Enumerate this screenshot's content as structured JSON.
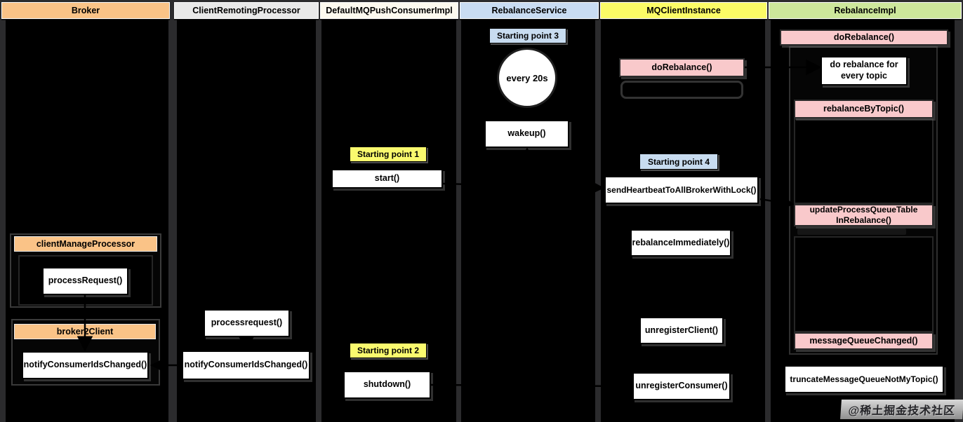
{
  "columns": [
    {
      "label": "Broker"
    },
    {
      "label": "ClientRemotingProcessor"
    },
    {
      "label": "DefaultMQPushConsumerImpl"
    },
    {
      "label": "RebalanceService"
    },
    {
      "label": "MQClientInstance"
    },
    {
      "label": "RebalanceImpl"
    }
  ],
  "broker": {
    "client_manage_processor": "clientManageProcessor",
    "process_request": "processRequest()",
    "broker2client": "broker2Client",
    "notify_consumer_ids_changed": "notifyConsumerIdsChanged()"
  },
  "client_remoting": {
    "process_request": "processrequest()",
    "notify_consumer_ids_changed": "notifyConsumerIdsChanged()"
  },
  "consumer_impl": {
    "starting_point_1": "Starting point 1",
    "start": "start()",
    "starting_point_2": "Starting point 2",
    "shutdown": "shutdown()"
  },
  "rebalance_service": {
    "starting_point_3": "Starting point 3",
    "every_20s": "every 20s",
    "wakeup": "wakeup()"
  },
  "mq_client_instance": {
    "do_rebalance": "doRebalance()",
    "starting_point_4": "Starting point 4",
    "send_heartbeat": "sendHeartbeatToAllBrokerWithLock()",
    "rebalance_immediately": "rebalanceImmediately()",
    "unregister_client": "unregisterClient()",
    "unregister_consumer": "unregisterConsumer()"
  },
  "rebalance_impl": {
    "do_rebalance": "doRebalance()",
    "note": "do rebalance for\nevery topic",
    "rebalance_by_topic": "rebalanceByTopic()",
    "update_process_queue_table": "updateProcessQueueTable\nInRebalance()",
    "message_queue_changed": "messageQueueChanged()",
    "truncate_message_queue": "truncateMessageQueueNotMyTopic()"
  },
  "watermark": "@稀土掘金技术社区",
  "colors": {
    "broker_header": "#FAC387",
    "crp_header": "#E9E9E9",
    "consumer_header": "#FDFAEF",
    "rs_header": "#C9DCF2",
    "mci_header": "#FBFB66",
    "ri_header": "#CDE79B",
    "orange": "#FAC387",
    "pink": "#F9C9CB",
    "yellow": "#FAFA6E",
    "blue": "#C8DCF0",
    "white": "#FFFFFF"
  }
}
